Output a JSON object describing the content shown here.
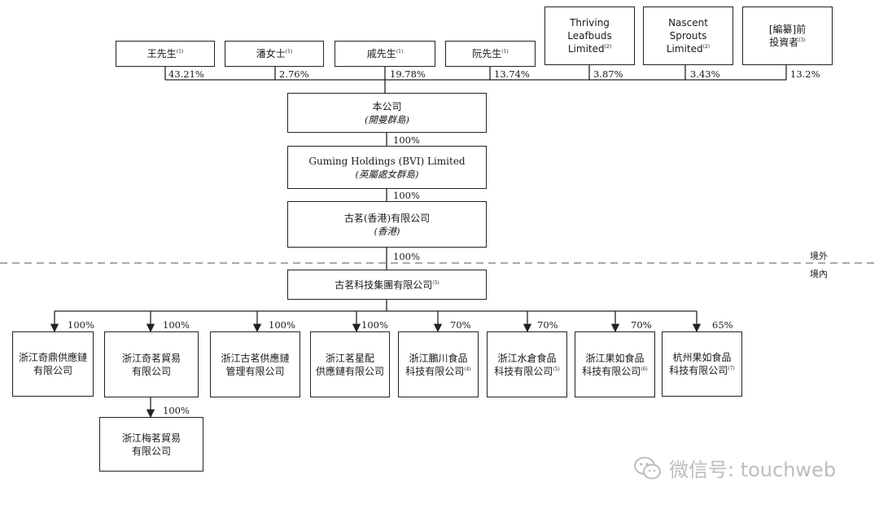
{
  "shareholders": [
    {
      "name": "王先生",
      "note": "(1)",
      "pct": "43.21%"
    },
    {
      "name": "潘女士",
      "note": "(1)",
      "pct": "2.76%"
    },
    {
      "name": "戚先生",
      "note": "(1)",
      "pct": "19.78%"
    },
    {
      "name": "阮先生",
      "note": "(1)",
      "pct": "13.74%"
    },
    {
      "line1": "Thriving",
      "line2": "Leafbuds",
      "line3": "Limited",
      "note": "(2)",
      "pct": "3.87%"
    },
    {
      "line1": "Nascent",
      "line2": "Sprouts",
      "line3": "Limited",
      "note": "(2)",
      "pct": "3.43%"
    },
    {
      "line1": "[編纂]前",
      "line2": "投資者",
      "note": "(3)",
      "pct": "13.2%"
    }
  ],
  "company": {
    "name": "本公司",
    "sub": "(開曼群島)"
  },
  "pct_company_bvi": "100%",
  "bvi": {
    "name": "Guming Holdings (BVI) Limited",
    "sub": "(英屬處女群島)"
  },
  "pct_bvi_hk": "100%",
  "hk": {
    "name": "古茗(香港)有限公司",
    "sub": "(香港)"
  },
  "pct_hk_group": "100%",
  "offshore_label": "境外",
  "onshore_label": "境內",
  "group": {
    "name": "古茗科技集團有限公司",
    "note": "(5)"
  },
  "subsidiaries": [
    {
      "line1": "浙江奇鼎供應鏈",
      "line2": "有限公司",
      "note": "",
      "pct": "100%"
    },
    {
      "line1": "浙江奇茗貿易",
      "line2": "有限公司",
      "note": "",
      "pct": "100%"
    },
    {
      "line1": "浙江古茗供應鏈",
      "line2": "管理有限公司",
      "note": "",
      "pct": "100%"
    },
    {
      "line1": "浙江茗星配",
      "line2": "供應鏈有限公司",
      "note": "",
      "pct": "100%"
    },
    {
      "line1": "浙江鵬川食品",
      "line2": "科技有限公司",
      "note": "(4)",
      "pct": "70%"
    },
    {
      "line1": "浙江水倉食品",
      "line2": "科技有限公司",
      "note": "(5)",
      "pct": "70%"
    },
    {
      "line1": "浙江果如食品",
      "line2": "科技有限公司",
      "note": "(6)",
      "pct": "70%"
    },
    {
      "line1": "杭州果如食品",
      "line2": "科技有限公司",
      "note": "(7)",
      "pct": "65%"
    }
  ],
  "sub_subsidiary": {
    "line1": "浙江梅茗貿易",
    "line2": "有限公司",
    "pct": "100%"
  },
  "watermark": "微信号: touchweb",
  "colors": {
    "line": "#222222",
    "dashed": "#777777",
    "watermark": "#bdbdbd"
  }
}
